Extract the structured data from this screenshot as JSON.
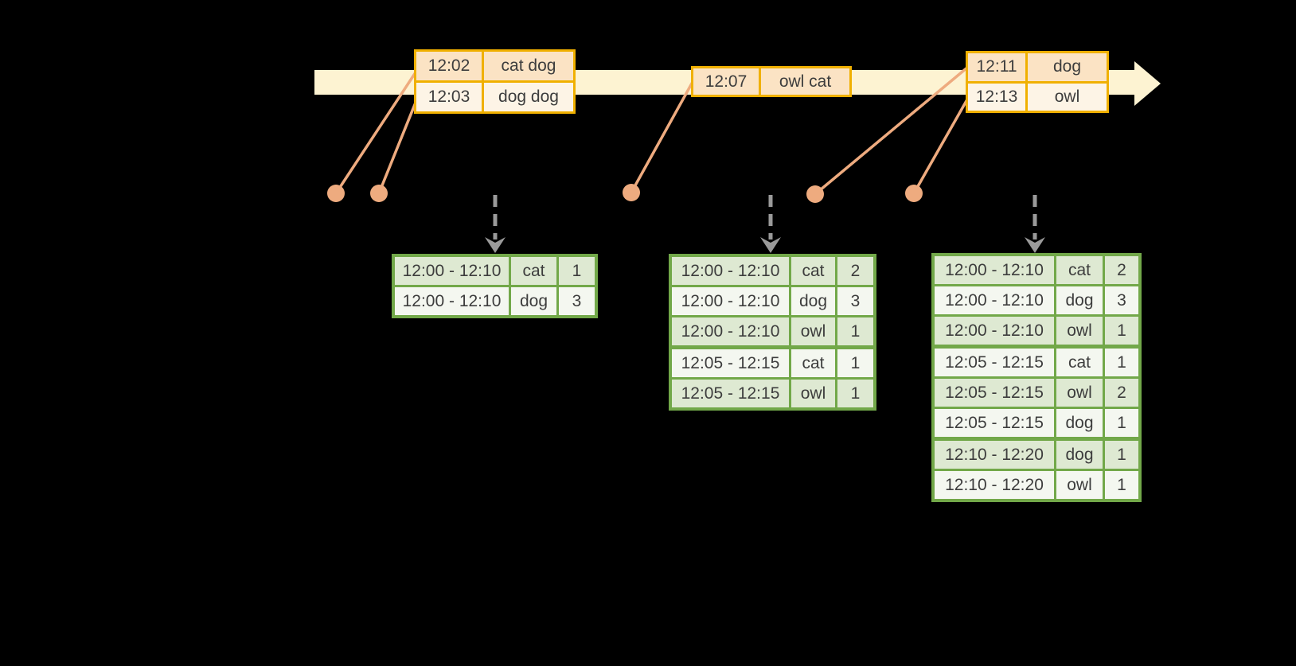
{
  "colors": {
    "background": "#000000",
    "timeline_band": "#fdf3d2",
    "event_border": "#f0b000",
    "event_row_peach": "#fbe3c4",
    "event_row_cream": "#fdf4e6",
    "table_border": "#72a849",
    "table_row_green": "#dee9d2",
    "table_row_white": "#f4f7f0",
    "connector_orange": "#eeab7f",
    "trigger_gray": "#9a9a9a",
    "text_dark": "#3d3d3d"
  },
  "timeline": {
    "batches": [
      {
        "events": [
          {
            "time": "12:02",
            "words": "cat dog"
          },
          {
            "time": "12:03",
            "words": "dog dog"
          }
        ]
      },
      {
        "events": [
          {
            "time": "12:07",
            "words": "owl cat"
          }
        ]
      },
      {
        "events": [
          {
            "time": "12:11",
            "words": "dog"
          },
          {
            "time": "12:13",
            "words": "owl"
          }
        ]
      }
    ]
  },
  "results": [
    {
      "rows": [
        {
          "window": "12:00 - 12:10",
          "word": "cat",
          "count": "1"
        },
        {
          "window": "12:00 - 12:10",
          "word": "dog",
          "count": "3"
        }
      ]
    },
    {
      "rows": [
        {
          "window": "12:00 - 12:10",
          "word": "cat",
          "count": "2"
        },
        {
          "window": "12:00 - 12:10",
          "word": "dog",
          "count": "3"
        },
        {
          "window": "12:00 - 12:10",
          "word": "owl",
          "count": "1"
        },
        {
          "window": "12:05 - 12:15",
          "word": "cat",
          "count": "1"
        },
        {
          "window": "12:05 - 12:15",
          "word": "owl",
          "count": "1"
        }
      ]
    },
    {
      "rows": [
        {
          "window": "12:00 - 12:10",
          "word": "cat",
          "count": "2"
        },
        {
          "window": "12:00 - 12:10",
          "word": "dog",
          "count": "3"
        },
        {
          "window": "12:00 - 12:10",
          "word": "owl",
          "count": "1"
        },
        {
          "window": "12:05 - 12:15",
          "word": "cat",
          "count": "1"
        },
        {
          "window": "12:05 - 12:15",
          "word": "owl",
          "count": "2"
        },
        {
          "window": "12:05 - 12:15",
          "word": "dog",
          "count": "1"
        },
        {
          "window": "12:10 - 12:20",
          "word": "dog",
          "count": "1"
        },
        {
          "window": "12:10 - 12:20",
          "word": "owl",
          "count": "1"
        }
      ]
    }
  ]
}
